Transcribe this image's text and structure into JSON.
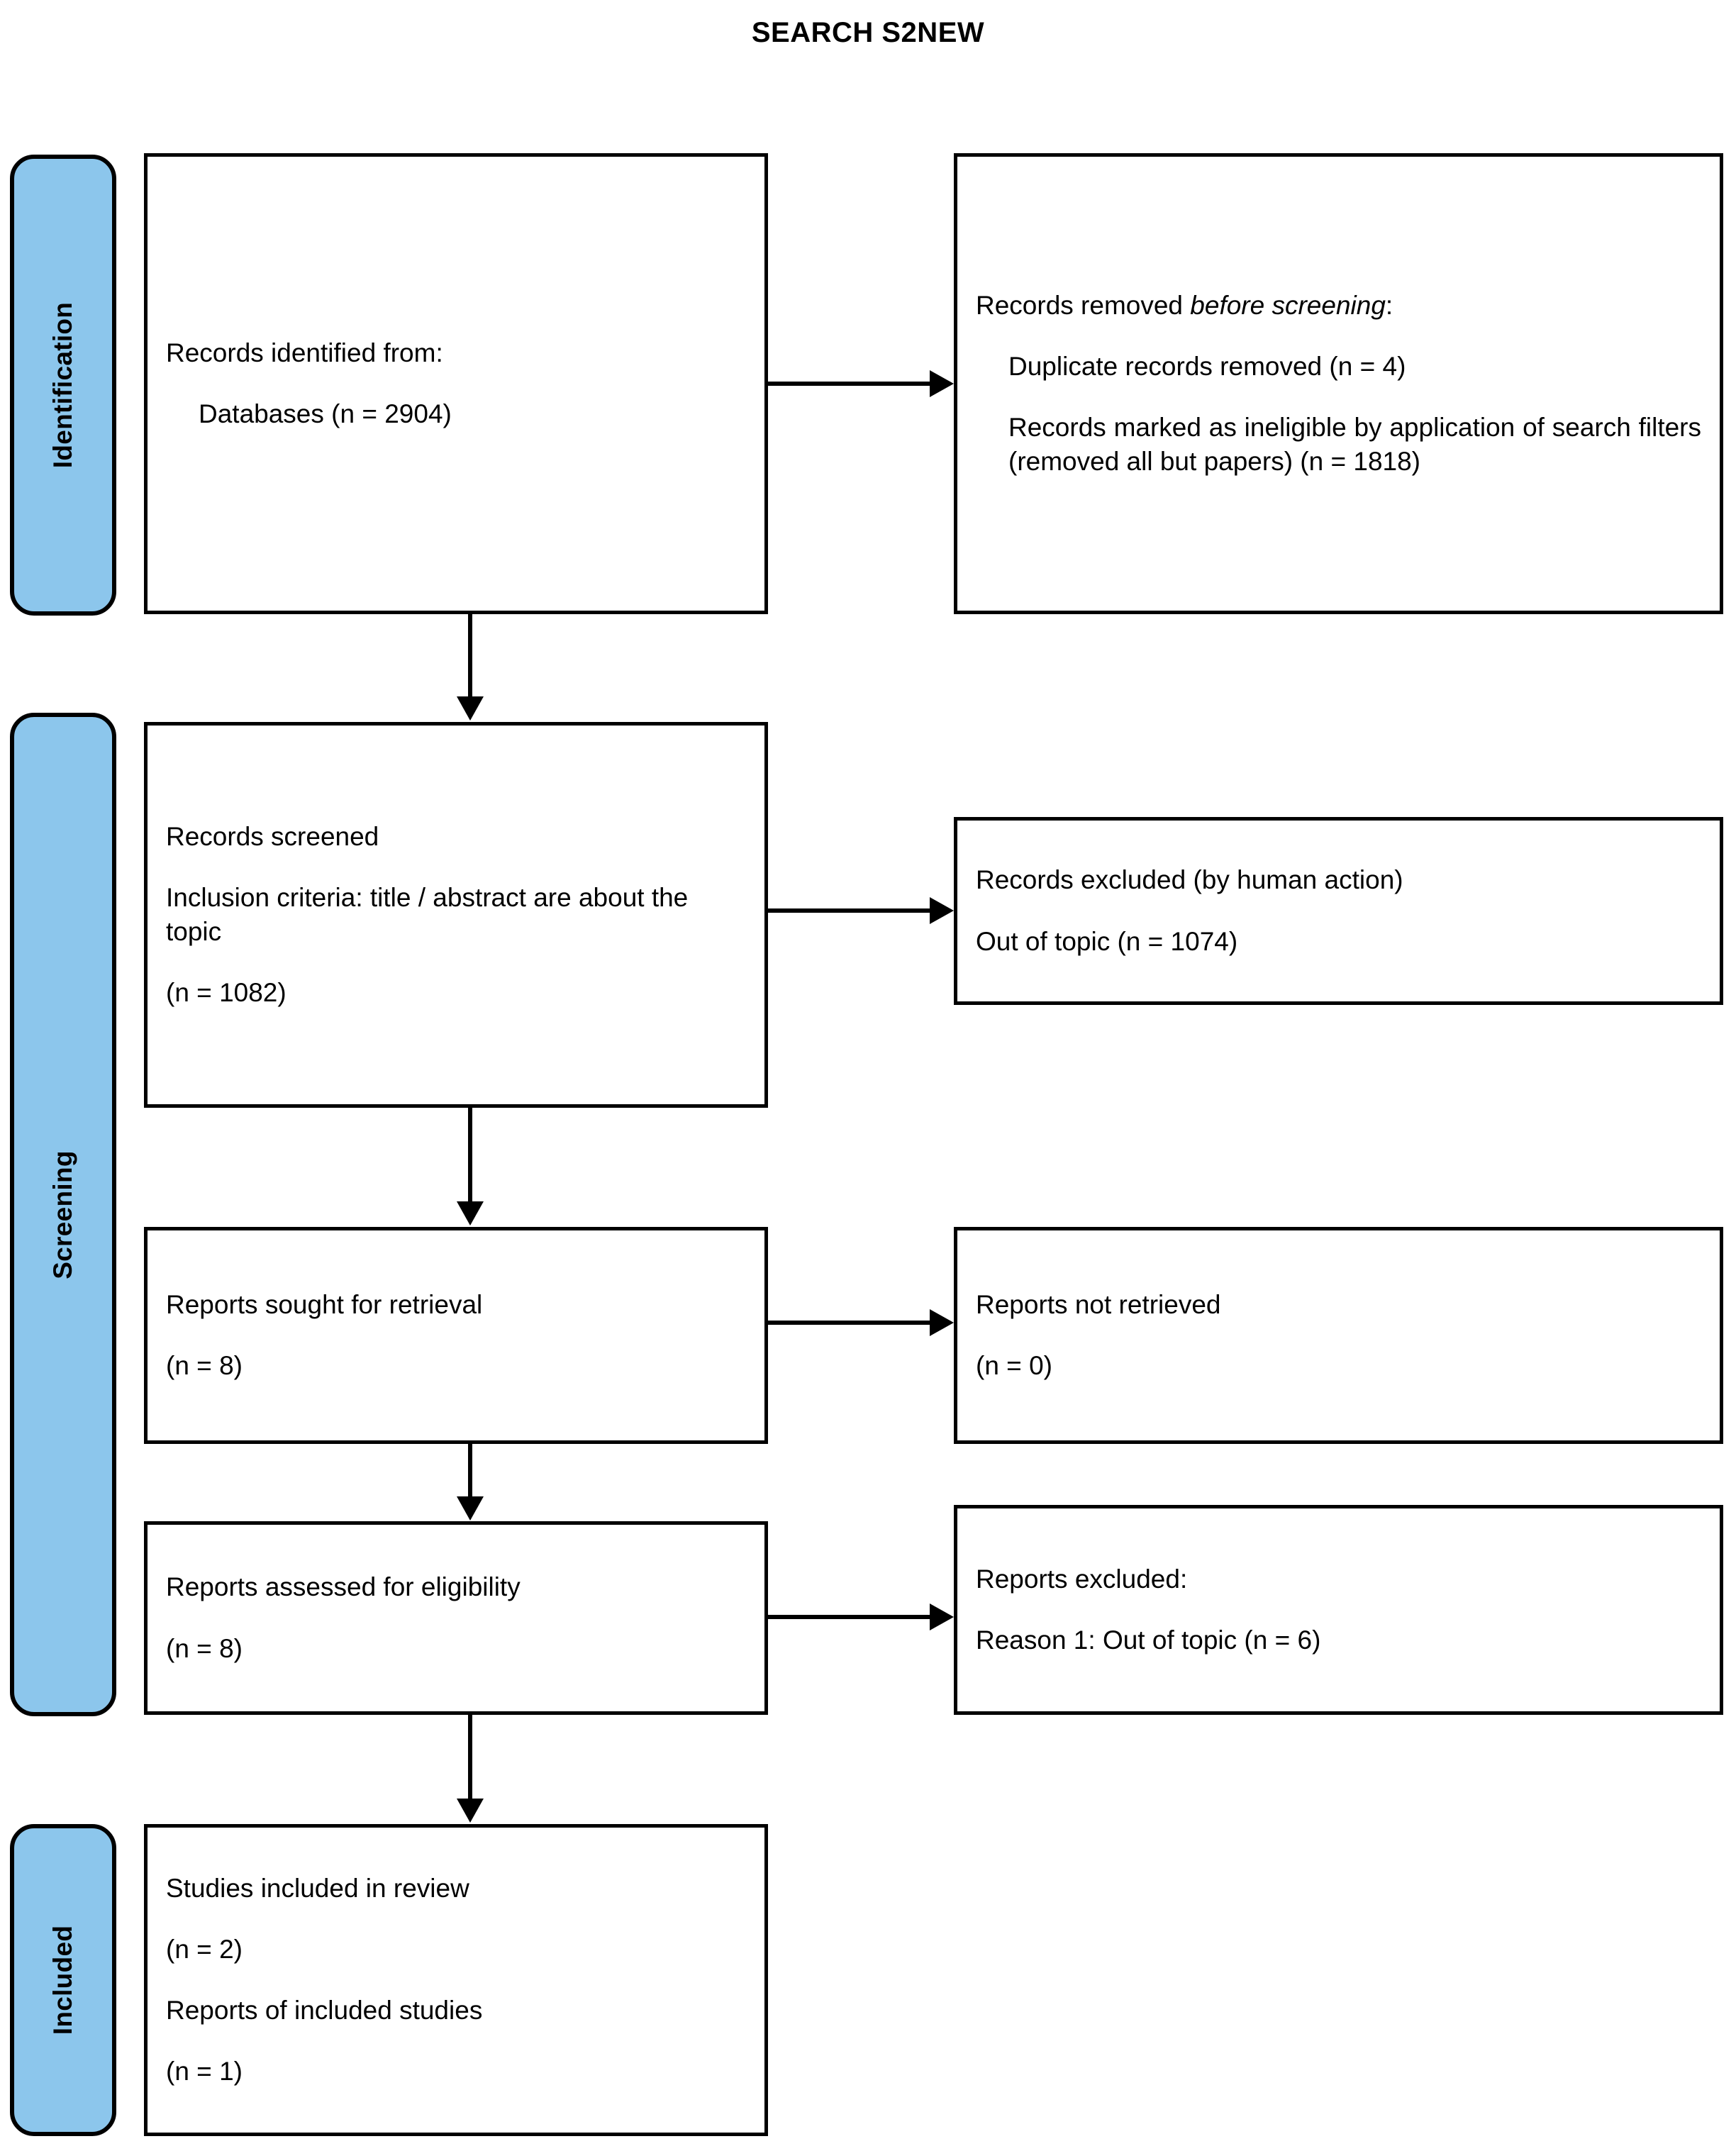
{
  "title": "SEARCH S2NEW",
  "theme": {
    "stage_bar_fill": "#8CC6EC",
    "line_color": "#000000",
    "box_fill": "#FFFFFF",
    "text_color": "#000000"
  },
  "stages": [
    {
      "id": "identification",
      "label": "Identification"
    },
    {
      "id": "screening",
      "label": "Screening"
    },
    {
      "id": "included",
      "label": "Included"
    }
  ],
  "boxes": {
    "records_identified": {
      "line1": "Records identified from:",
      "line2": "Databases (n = 2904)"
    },
    "records_removed": {
      "heading_prefix": "Records removed ",
      "heading_italic": "before screening",
      "heading_suffix": ":",
      "item1": "Duplicate records removed (n = 4)",
      "item2": "Records marked as ineligible by application of search filters (removed all but papers) (n = 1818)"
    },
    "records_screened": {
      "line1": "Records screened",
      "line2": "Inclusion criteria: title / abstract are about the topic",
      "line3": "(n = 1082)"
    },
    "records_excluded": {
      "line1": "Records excluded (by human action)",
      "line2": "Out of topic (n = 1074)"
    },
    "reports_sought": {
      "line1": "Reports sought for retrieval",
      "line2": "(n = 8)"
    },
    "reports_not_retrieved": {
      "line1": "Reports not retrieved",
      "line2": "(n = 0)"
    },
    "reports_assessed": {
      "line1": "Reports assessed for eligibility",
      "line2": "(n = 8)"
    },
    "reports_excluded": {
      "line1": "Reports excluded:",
      "line2": "Reason 1: Out of topic (n = 6)"
    },
    "studies_included": {
      "line1": "Studies included in review",
      "line2": "(n = 2)",
      "line3": "Reports of included studies",
      "line4": "(n = 1)"
    }
  },
  "chart_data": {
    "type": "diagram",
    "diagram_type": "PRISMA 2020 flow diagram",
    "title": "SEARCH S2NEW",
    "stages": [
      "Identification",
      "Screening",
      "Included"
    ],
    "nodes": [
      {
        "id": "records_identified",
        "stage": "Identification",
        "label": "Records identified from: Databases",
        "n": 2904
      },
      {
        "id": "duplicates_removed",
        "stage": "Identification",
        "label": "Duplicate records removed",
        "n": 4
      },
      {
        "id": "ineligible_removed",
        "stage": "Identification",
        "label": "Records marked as ineligible by application of search filters (removed all but papers)",
        "n": 1818
      },
      {
        "id": "records_screened",
        "stage": "Screening",
        "label": "Records screened (Inclusion criteria: title / abstract are about the topic)",
        "n": 1082
      },
      {
        "id": "records_excluded",
        "stage": "Screening",
        "label": "Records excluded (by human action) - Out of topic",
        "n": 1074
      },
      {
        "id": "reports_sought",
        "stage": "Screening",
        "label": "Reports sought for retrieval",
        "n": 8
      },
      {
        "id": "reports_not_retrieved",
        "stage": "Screening",
        "label": "Reports not retrieved",
        "n": 0
      },
      {
        "id": "reports_assessed",
        "stage": "Screening",
        "label": "Reports assessed for eligibility",
        "n": 8
      },
      {
        "id": "reports_excluded",
        "stage": "Screening",
        "label": "Reports excluded: Reason 1: Out of topic",
        "n": 6
      },
      {
        "id": "studies_included",
        "stage": "Included",
        "label": "Studies included in review",
        "n": 2
      },
      {
        "id": "reports_of_included",
        "stage": "Included",
        "label": "Reports of included studies",
        "n": 1
      }
    ],
    "edges": [
      {
        "from": "records_identified",
        "to": "records_removed_box",
        "direction": "right"
      },
      {
        "from": "records_identified",
        "to": "records_screened",
        "direction": "down"
      },
      {
        "from": "records_screened",
        "to": "records_excluded",
        "direction": "right"
      },
      {
        "from": "records_screened",
        "to": "reports_sought",
        "direction": "down"
      },
      {
        "from": "reports_sought",
        "to": "reports_not_retrieved",
        "direction": "right"
      },
      {
        "from": "reports_sought",
        "to": "reports_assessed",
        "direction": "down"
      },
      {
        "from": "reports_assessed",
        "to": "reports_excluded",
        "direction": "right"
      },
      {
        "from": "reports_assessed",
        "to": "studies_included",
        "direction": "down"
      }
    ]
  }
}
